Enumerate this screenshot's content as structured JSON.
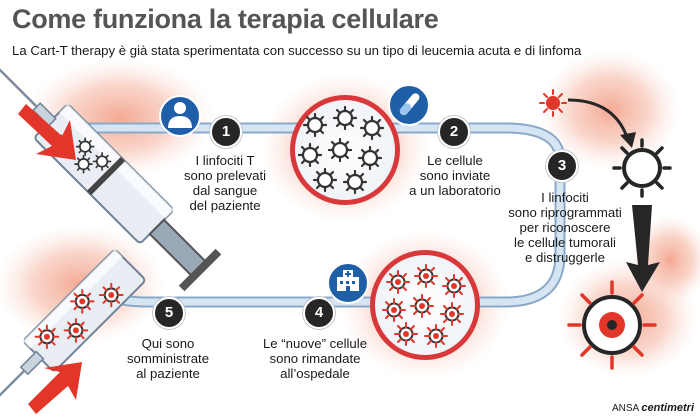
{
  "header": {
    "title": "Come funziona la terapia cellulare",
    "subtitle": "La Cart-T therapy è già stata sperimentata con successo su un tipo di leucemia acuta e di linfoma"
  },
  "steps": [
    {
      "num": "1",
      "lines": [
        "I linfociti T",
        "sono prelevati",
        "dal sangue",
        "del paziente"
      ]
    },
    {
      "num": "2",
      "lines": [
        "Le cellule",
        "sono inviate",
        "a un laboratorio"
      ]
    },
    {
      "num": "3",
      "lines": [
        "I linfociti",
        "sono riprogrammati",
        "per riconoscere",
        "le cellule tumorali",
        "e distruggerle"
      ]
    },
    {
      "num": "4",
      "lines": [
        "Le “nuove” cellule",
        "sono rimandate",
        "all’ospedale"
      ]
    },
    {
      "num": "5",
      "lines": [
        "Qui sono",
        "somministrate",
        "al paziente"
      ]
    }
  ],
  "credit": {
    "agency": "ANSA",
    "brand": "centimetri"
  },
  "colors": {
    "accent": "#e3362b",
    "pipe": "#bcd3ea",
    "pipe_edge": "#8aa9c9",
    "icon_blue": "#1f5fa8",
    "dark": "#262626",
    "glow": "#f7c2b2"
  },
  "icons": [
    "person-icon",
    "test-tube-icon",
    "hospital-icon",
    "lymphocyte-icon",
    "tumor-cell-icon",
    "syringe-icon"
  ]
}
